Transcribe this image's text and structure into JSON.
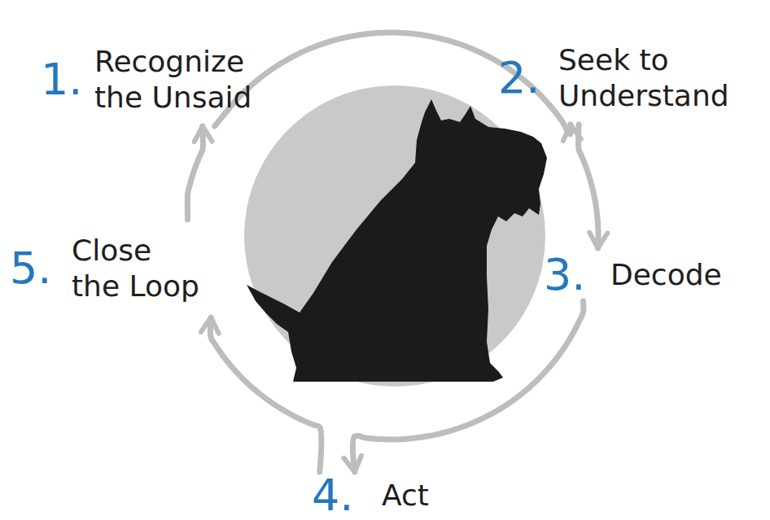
{
  "diagram": {
    "nodes": [
      {
        "text": [
          "1.",
          "Recognize the Unsaid"
        ]
      },
      {
        "text": [
          "2.",
          "Seek to Understand"
        ]
      },
      {
        "text": [
          "3.",
          "Decode"
        ]
      },
      {
        "text": [
          "4.",
          "Act"
        ]
      },
      {
        "text": [
          "5.",
          "Close the Loop"
        ]
      }
    ],
    "edges": [
      {
        "from": 0,
        "to": 1,
        "arrow": "to"
      },
      {
        "from": 1,
        "to": 2,
        "arrow": "to"
      },
      {
        "from": 2,
        "to": 3,
        "arrow": "to"
      },
      {
        "from": 3,
        "to": 4,
        "arrow": "to"
      },
      {
        "from": 4,
        "to": 0,
        "arrow": "to"
      }
    ]
  }
}
